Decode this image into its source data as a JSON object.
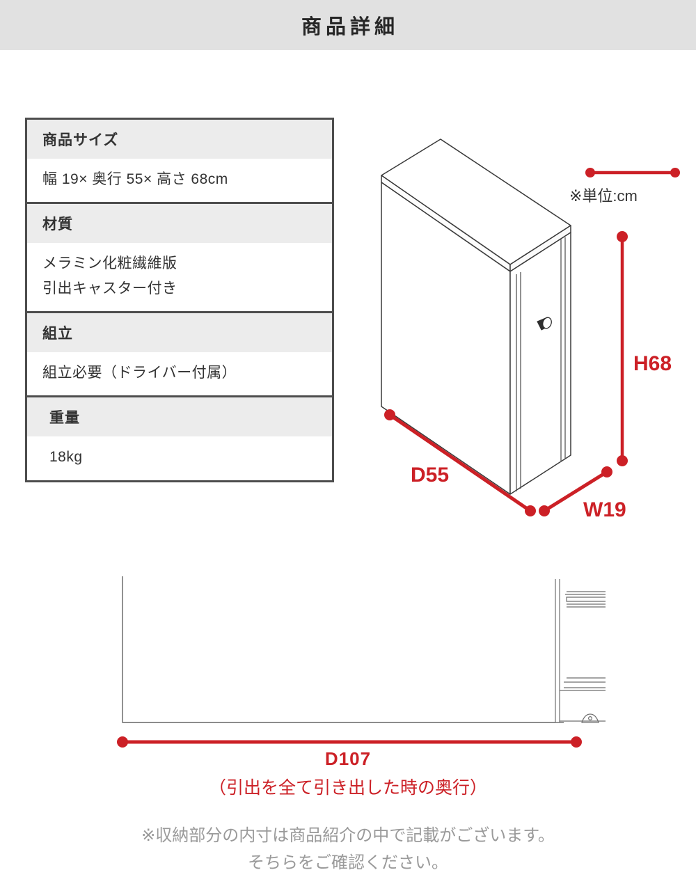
{
  "header": {
    "title": "商品詳細"
  },
  "spec_table": {
    "groups": [
      {
        "label": "商品サイズ",
        "value": "幅 19× 奥行 55× 高さ 68cm",
        "indented": false
      },
      {
        "label": "材質",
        "value_line1": "メラミン化粧繊維版",
        "value_line2": "引出キャスター付き",
        "indented": false
      },
      {
        "label": "組立",
        "value": "組立必要（ドライバー付属）",
        "indented": false
      },
      {
        "label": "重量",
        "value": "18kg",
        "indented": true
      }
    ]
  },
  "diagram_top": {
    "unit_note": "※単位:cm",
    "dimensions": {
      "height_label": "H68",
      "depth_label": "D55",
      "width_label": "W19"
    },
    "accent_color": "#cc2026",
    "line_color": "#3a3a3a"
  },
  "diagram_bottom": {
    "dimension_label": "D107",
    "dimension_sub": "（引出を全て引き出した時の奥行）",
    "accent_color": "#cc2026"
  },
  "footnote": {
    "line1": "※収納部分の内寸は商品紹介の中で記載がございます。",
    "line2": "そちらをご確認ください。"
  }
}
